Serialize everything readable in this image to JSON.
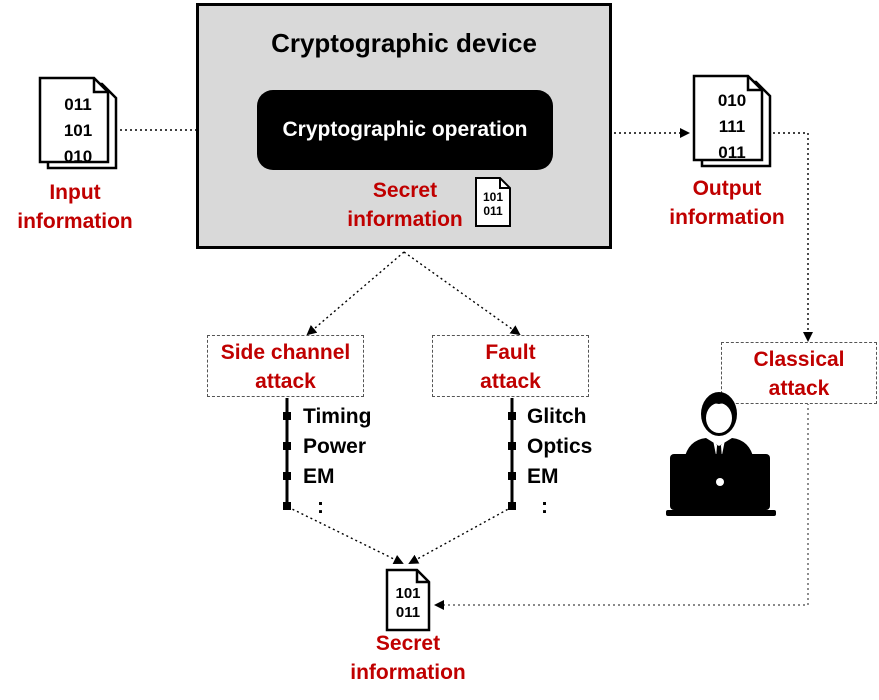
{
  "device": {
    "title": "Cryptographic device",
    "operation": "Cryptographic operation",
    "secret_line1": "Secret",
    "secret_line2": "information",
    "secret_doc_line1": "101",
    "secret_doc_line2": "011"
  },
  "input": {
    "doc_lines": [
      "011",
      "101",
      "010"
    ],
    "label_line1": "Input",
    "label_line2": "information"
  },
  "output": {
    "doc_lines": [
      "010",
      "111",
      "011"
    ],
    "label_line1": "Output",
    "label_line2": "information"
  },
  "side_channel": {
    "label_line1": "Side channel",
    "label_line2": "attack",
    "items": [
      "Timing",
      "Power",
      "EM",
      ":"
    ]
  },
  "fault": {
    "label_line1": "Fault",
    "label_line2": "attack",
    "items": [
      "Glitch",
      "Optics",
      "EM",
      ":"
    ]
  },
  "classical": {
    "label_line1": "Classical",
    "label_line2": "attack"
  },
  "result": {
    "doc_line1": "101",
    "doc_line2": "011",
    "label_line1": "Secret",
    "label_line2": "information"
  },
  "colors": {
    "label_red": "#c00000",
    "device_fill": "#d9d9d9",
    "operation_fill": "#000000"
  },
  "icons": [
    "document-stack-icon",
    "document-icon",
    "attacker-laptop-icon"
  ]
}
